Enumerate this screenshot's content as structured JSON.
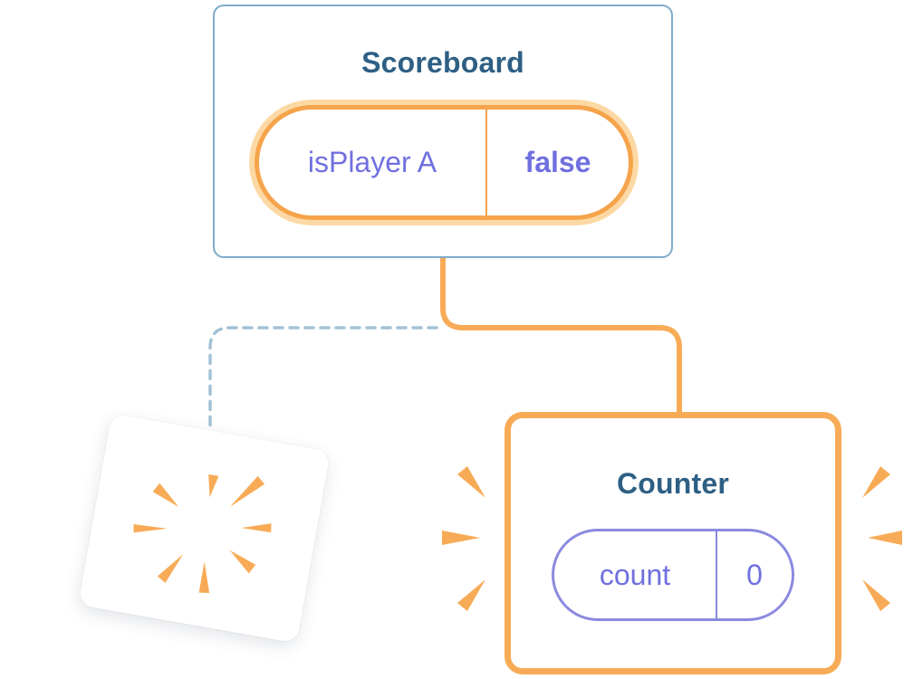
{
  "scoreboard": {
    "title": "Scoreboard",
    "state": {
      "name": "isPlayer A",
      "value": "false"
    }
  },
  "counter": {
    "title": "Counter",
    "state": {
      "name": "count",
      "value": "0"
    }
  },
  "icons": {
    "sparkles": "sparkles-icon",
    "poof_burst": "poof-burst-icon",
    "emphasis_marks": "emphasis-marks-icon"
  },
  "colors": {
    "accent_orange": "#f8ab56",
    "pill_orange_border": "#f6a44c",
    "pill_orange_glow": "#fcd9a4",
    "state_purple": "#7070e0",
    "title_blue": "#2e5f84",
    "card_border_blue": "#7fadcb",
    "dashed_connector_blue": "#a3c2d6",
    "background": "#ffffff"
  }
}
